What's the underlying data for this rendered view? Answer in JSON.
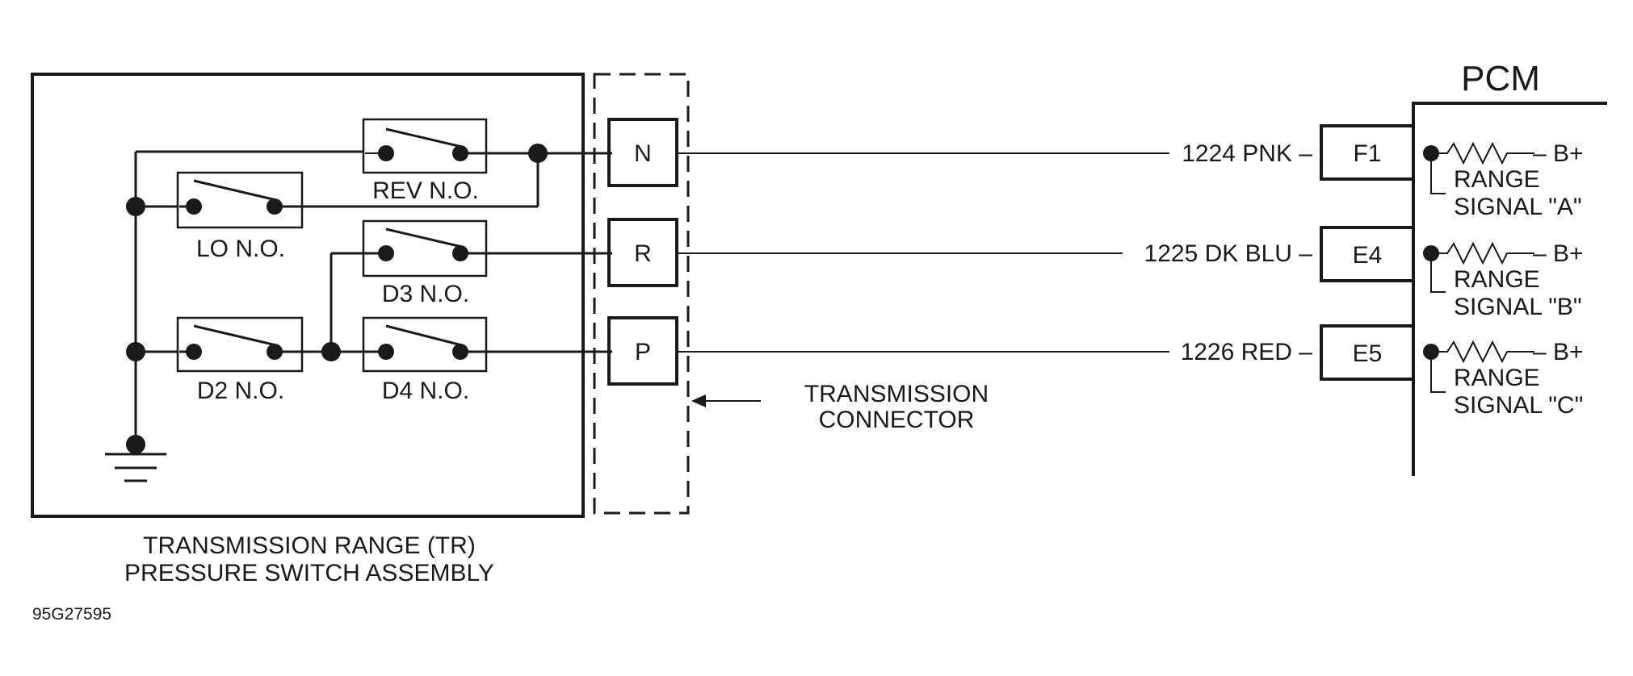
{
  "pcm": {
    "title": "PCM"
  },
  "switches": {
    "rev": "REV N.O.",
    "lo": "LO N.O.",
    "d3": "D3 N.O.",
    "d2": "D2 N.O.",
    "d4": "D4 N.O."
  },
  "connector": {
    "pins": [
      "N",
      "R",
      "P"
    ],
    "label_line1": "TRANSMISSION",
    "label_line2": "CONNECTOR"
  },
  "wires": [
    {
      "circuit": "1224 PNK –",
      "pin": "F1",
      "signal_line1": "RANGE",
      "signal_line2": "SIGNAL \"A\"",
      "supply": "– B+"
    },
    {
      "circuit": "1225 DK BLU –",
      "pin": "E4",
      "signal_line1": "RANGE",
      "signal_line2": "SIGNAL \"B\"",
      "supply": "– B+"
    },
    {
      "circuit": "1226 RED –",
      "pin": "E5",
      "signal_line1": "RANGE",
      "signal_line2": "SIGNAL \"C\"",
      "supply": "– B+"
    }
  ],
  "assembly": {
    "line1": "TRANSMISSION RANGE (TR)",
    "line2": "PRESSURE SWITCH ASSEMBLY"
  },
  "figure_id": "95G27595"
}
